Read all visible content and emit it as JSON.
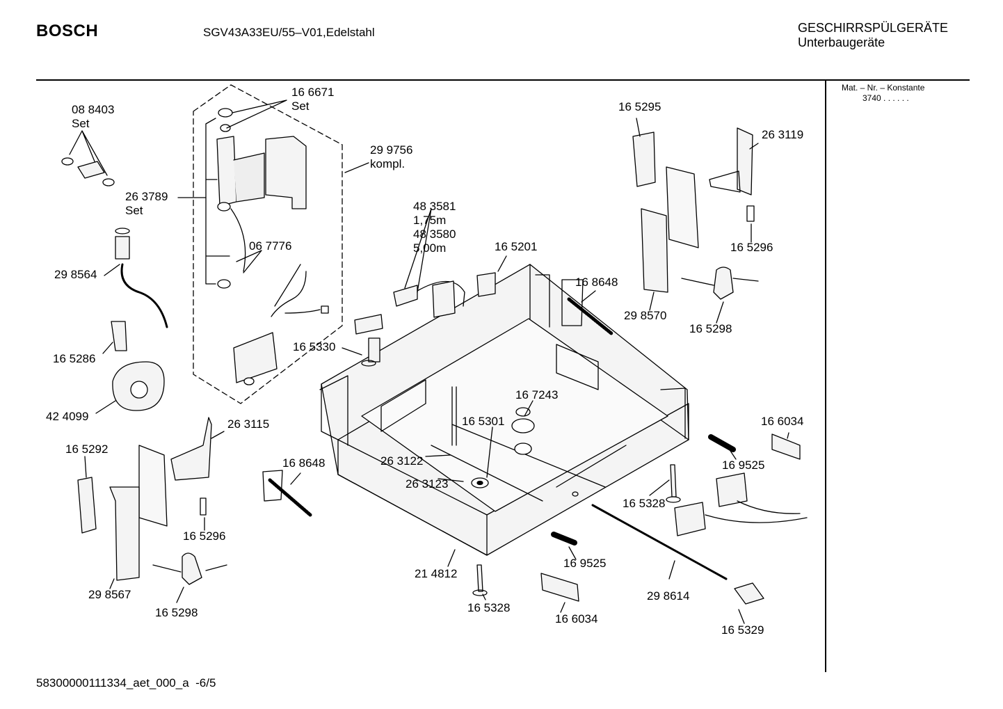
{
  "header": {
    "brand": "BOSCH",
    "model": "SGV43A33EU/55–V01,Edelstahl",
    "category_line1": "GESCHIRRSPÜLGERÄTE",
    "category_line2": "Unterbaugeräte"
  },
  "side_panel": {
    "mat_label": "Mat. – Nr. – Konstante",
    "mat_value": "3740  .  .    .  .  .  ."
  },
  "footer": {
    "document_id": "58300000111334_aet_000_a",
    "page": "-6/5"
  },
  "parts": [
    {
      "id": "p1",
      "number": "16 6671",
      "note": "Set"
    },
    {
      "id": "p2",
      "number": "08 8403",
      "note": "Set"
    },
    {
      "id": "p3",
      "number": "29 9756",
      "note": "kompl."
    },
    {
      "id": "p4",
      "number": "26 3789",
      "note": "Set"
    },
    {
      "id": "p5",
      "number": "06 7776"
    },
    {
      "id": "p6",
      "number": "29 8564"
    },
    {
      "id": "p7",
      "number": "16 5286"
    },
    {
      "id": "p8",
      "number": "42 4099"
    },
    {
      "id": "p9",
      "number": "48 3581",
      "note": "1,75m"
    },
    {
      "id": "p10",
      "number": "48 3580",
      "note": "5,00m"
    },
    {
      "id": "p11",
      "number": "16 5201"
    },
    {
      "id": "p12",
      "number": "16 5330"
    },
    {
      "id": "p13",
      "number": "16 5295"
    },
    {
      "id": "p14",
      "number": "26 3119"
    },
    {
      "id": "p15",
      "number": "16 5296"
    },
    {
      "id": "p16",
      "number": "16 8648"
    },
    {
      "id": "p17",
      "number": "29 8570"
    },
    {
      "id": "p18",
      "number": "16 5298"
    },
    {
      "id": "p19",
      "number": "26 3115"
    },
    {
      "id": "p20",
      "number": "16 5292"
    },
    {
      "id": "p21",
      "number": "16 7243"
    },
    {
      "id": "p22",
      "number": "16 5301"
    },
    {
      "id": "p23",
      "number": "16 8648"
    },
    {
      "id": "p24",
      "number": "26 3122"
    },
    {
      "id": "p25",
      "number": "26 3123"
    },
    {
      "id": "p26",
      "number": "16 6034"
    },
    {
      "id": "p27",
      "number": "16 9525"
    },
    {
      "id": "p28",
      "number": "16 5328"
    },
    {
      "id": "p29",
      "number": "16 5296"
    },
    {
      "id": "p30",
      "number": "29 8567"
    },
    {
      "id": "p31",
      "number": "16 5298"
    },
    {
      "id": "p32",
      "number": "21 4812"
    },
    {
      "id": "p33",
      "number": "16 9525"
    },
    {
      "id": "p34",
      "number": "16 5328"
    },
    {
      "id": "p35",
      "number": "16 6034"
    },
    {
      "id": "p36",
      "number": "29 8614"
    },
    {
      "id": "p37",
      "number": "16 5329"
    }
  ]
}
